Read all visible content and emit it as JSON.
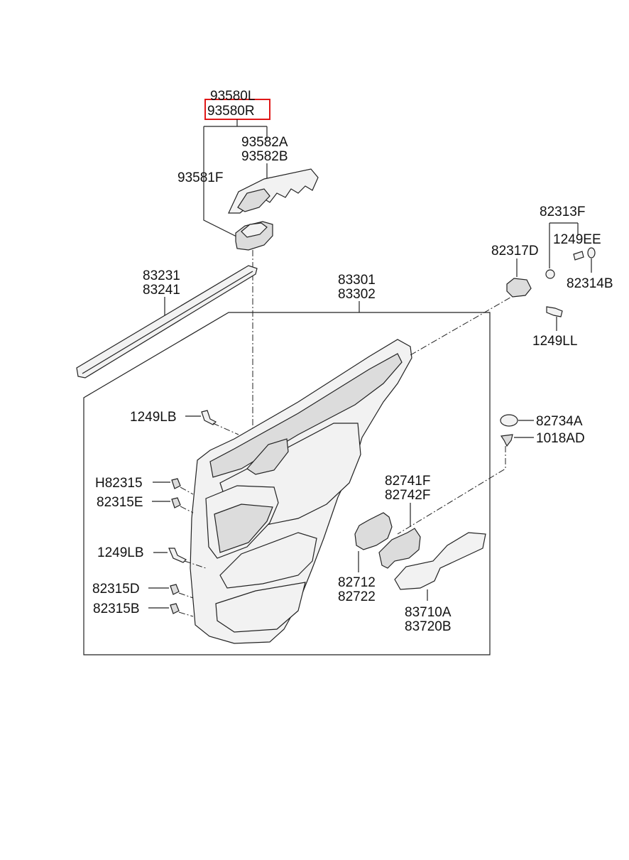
{
  "highlight_color": "#e01818",
  "labels": {
    "l_93580L": "93580L",
    "l_93580R": "93580R",
    "l_93582A": "93582A",
    "l_93582B": "93582B",
    "l_93581F": "93581F",
    "l_83231": "83231",
    "l_83241": "83241",
    "l_83301": "83301",
    "l_83302": "83302",
    "l_82313F": "82313F",
    "l_1249EE": "1249EE",
    "l_82317D": "82317D",
    "l_82314B": "82314B",
    "l_1249LL": "1249LL",
    "l_1249LB_top": "1249LB",
    "l_82734A": "82734A",
    "l_1018AD": "1018AD",
    "l_H82315": "H82315",
    "l_82315E": "82315E",
    "l_82741F": "82741F",
    "l_82742F": "82742F",
    "l_1249LB_mid": "1249LB",
    "l_82712": "82712",
    "l_82722": "82722",
    "l_82315D": "82315D",
    "l_82315B": "82315B",
    "l_83710A": "83710A",
    "l_83720B": "83720B"
  }
}
